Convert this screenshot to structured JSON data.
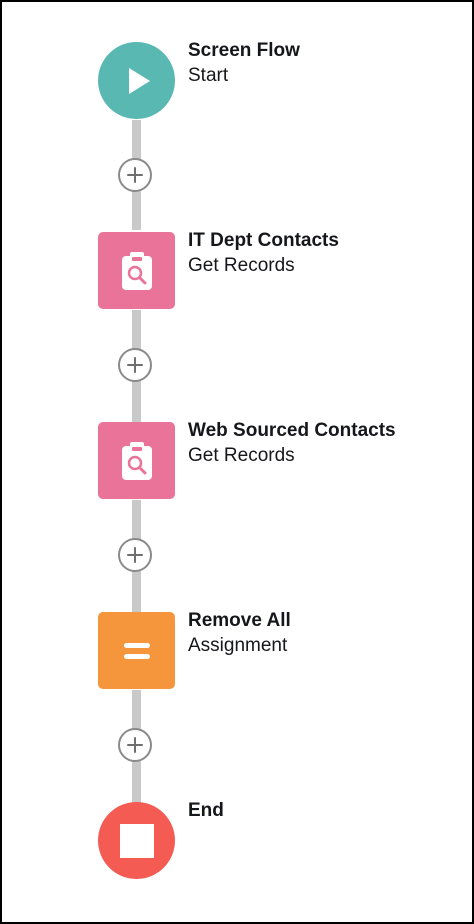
{
  "colors": {
    "start": "#5ab8b3",
    "get_records": "#ea7399",
    "assignment": "#f5963c",
    "end": "#f45b52",
    "connector": "#c9c9c9"
  },
  "nodes": [
    {
      "title": "Screen Flow",
      "subtitle": "Start",
      "icon": "play-icon"
    },
    {
      "title": "IT Dept Contacts",
      "subtitle": "Get Records",
      "icon": "clipboard-search-icon"
    },
    {
      "title": "Web Sourced Contacts",
      "subtitle": "Get Records",
      "icon": "clipboard-search-icon"
    },
    {
      "title": "Remove All",
      "subtitle": "Assignment",
      "icon": "equals-icon"
    },
    {
      "title": "End",
      "icon": "stop-icon"
    }
  ],
  "add_buttons": [
    {
      "icon": "plus-icon"
    },
    {
      "icon": "plus-icon"
    },
    {
      "icon": "plus-icon"
    },
    {
      "icon": "plus-icon"
    }
  ]
}
